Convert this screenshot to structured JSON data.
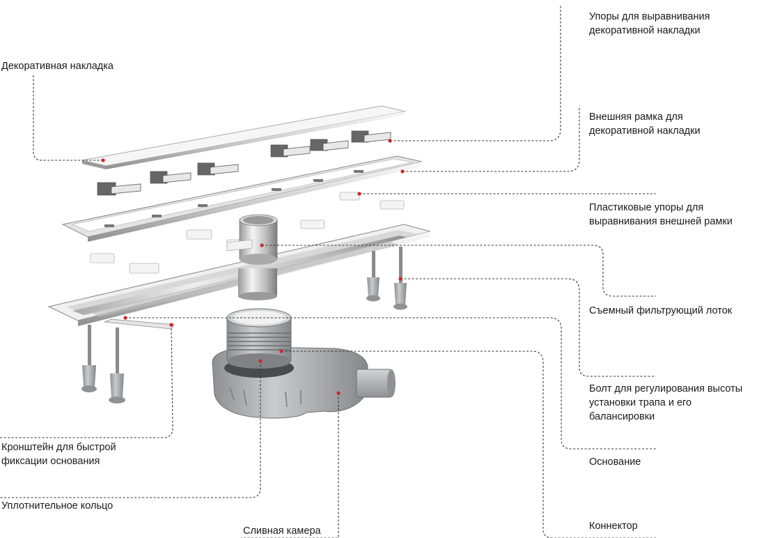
{
  "labels": {
    "decor_overlay": [
      "Декоративная накладка"
    ],
    "overlay_stops": [
      "Упоры для выравнивания",
      "декоративной накладки"
    ],
    "outer_frame": [
      "Внешняя рамка для",
      "декоративной накладки"
    ],
    "plastic_stops": [
      "Пластиковые упоры для",
      "выравнивания внешней рамки"
    ],
    "filter_tray": [
      "Съемный фильтрующий лоток"
    ],
    "height_bolt": [
      "Болт для регулирования высоты",
      "установки трапа и его",
      "балансировки"
    ],
    "base": [
      "Основание"
    ],
    "connector": [
      "Коннектор"
    ],
    "bracket": [
      "Кронштейн для быстрой",
      "фиксации основания"
    ],
    "seal_ring": [
      "Уплотнительное кольцо"
    ],
    "drain_chamber": [
      "Сливная камера"
    ]
  },
  "colors": {
    "leader": "#333333",
    "marker": "#d0262e",
    "steel_light": "#f2f2f2",
    "steel_dark": "#8c8c8c",
    "plastic_grey": "#a9abae"
  }
}
